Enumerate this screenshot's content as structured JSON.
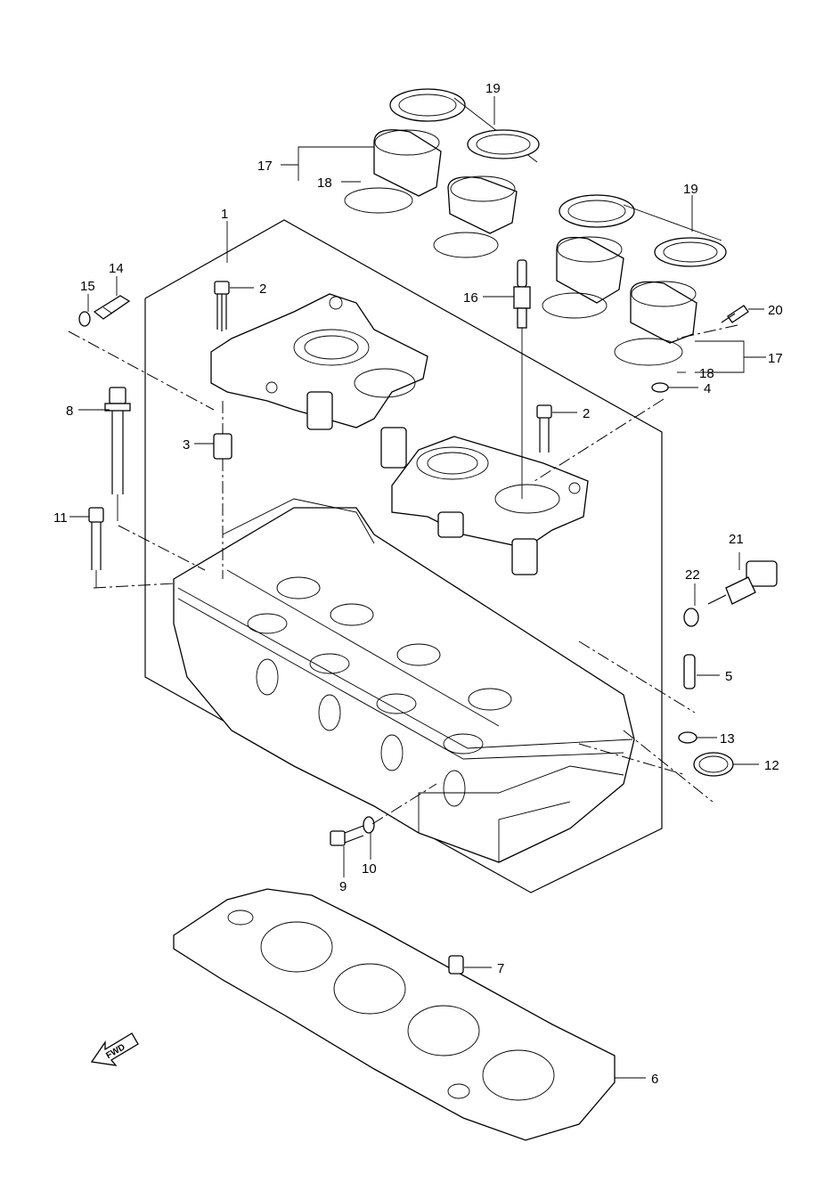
{
  "diagram": {
    "callouts": [
      {
        "id": "c1",
        "text": "1"
      },
      {
        "id": "c2a",
        "text": "2"
      },
      {
        "id": "c2b",
        "text": "2"
      },
      {
        "id": "c3",
        "text": "3"
      },
      {
        "id": "c4",
        "text": "4"
      },
      {
        "id": "c5",
        "text": "5"
      },
      {
        "id": "c6",
        "text": "6"
      },
      {
        "id": "c7",
        "text": "7"
      },
      {
        "id": "c8",
        "text": "8"
      },
      {
        "id": "c9",
        "text": "9"
      },
      {
        "id": "c10",
        "text": "10"
      },
      {
        "id": "c11",
        "text": "11"
      },
      {
        "id": "c12",
        "text": "12"
      },
      {
        "id": "c13",
        "text": "13"
      },
      {
        "id": "c14",
        "text": "14"
      },
      {
        "id": "c15",
        "text": "15"
      },
      {
        "id": "c16",
        "text": "16"
      },
      {
        "id": "c17a",
        "text": "17"
      },
      {
        "id": "c17b",
        "text": "17"
      },
      {
        "id": "c18a",
        "text": "18"
      },
      {
        "id": "c18b",
        "text": "18"
      },
      {
        "id": "c19a",
        "text": "19"
      },
      {
        "id": "c19b",
        "text": "19"
      },
      {
        "id": "c20",
        "text": "20"
      },
      {
        "id": "c21",
        "text": "21"
      },
      {
        "id": "c22",
        "text": "22"
      }
    ],
    "fwd_label": "FWD"
  }
}
